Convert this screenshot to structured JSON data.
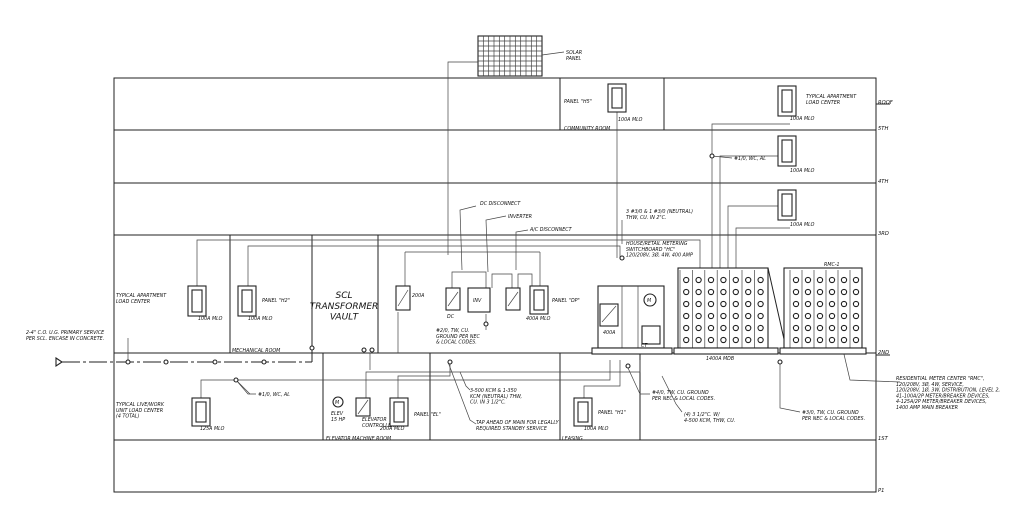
{
  "levels": [
    "ROOF",
    "5TH",
    "4TH",
    "3RD",
    "2ND",
    "1ST",
    "P1"
  ],
  "solar": {
    "label": "SOLAR\nPANEL"
  },
  "panels": {
    "h5": {
      "label": "PANEL \"H5\"",
      "rating": "100A MLO",
      "room": "COMMUNITY ROOM"
    },
    "typ5": {
      "label": "TYPICAL APARTMENT\nLOAD CENTER",
      "rating": "100A MLO"
    },
    "lvl4_rating": "100A MLO",
    "lvl3_rating": "100A MLO",
    "typ2": {
      "label": "TYPICAL APARTMENT\nLOAD CENTER",
      "rating": "100A MLO"
    },
    "h2": {
      "label": "PANEL \"H2\"",
      "rating": "100A MLO",
      "room": "MECHANICAL ROOM"
    },
    "dp": {
      "label": "PANEL \"DP\"",
      "rating": "400A MLO"
    },
    "el": {
      "label": "PANEL \"EL\"",
      "rating": "200A MLO",
      "room": "ELEVATOR MACHINE ROOM"
    },
    "h1": {
      "label": "PANEL \"H1\"",
      "rating": "100A MLO",
      "room": "LEASING"
    },
    "live": {
      "label": "TYPICAL LIVE/WORK\nUNIT LOAD CENTER\n(4 TOTAL)",
      "rating": "125A MLO"
    }
  },
  "vault": {
    "label": "SCL\nTRANSFORMER\nVAULT"
  },
  "equipment": {
    "disc200": "200A",
    "dc": "DC",
    "inv": "INV",
    "disc400": "400A",
    "ct": "CT",
    "mdb": "1400A MDB",
    "rmc": "RMC-1",
    "elev": "ELEV\n15 HP",
    "elev_ctrl": "ELEVATOR\nCONTROLLER",
    "motor": "M"
  },
  "notes": {
    "dc_disconnect": "DC DISCONNECT",
    "inverter": "INVERTER",
    "ac_disconnect": "A/C DISCONNECT",
    "feeder_top": "3 #3/0 & 1 #3/0 (NEUTRAL)\nTHW, CU. IN 2\"C.",
    "metering": "HOUSE/RETAIL METERING\nSWITCHBOARD \"HC\"\n120/208V, 3Ø, 4W, 400 AMP",
    "ground_pv": "#2/0, TW, CU.\nGROUND PER NEC\n& LOCAL CODES.",
    "wc5": "#1/0, WC, AL",
    "wc1": "#1/0, WC, AL",
    "primary": "2-4\" C.O. U.G. PRIMARY SERVICE\nPER SCL. ENCASE IN CONCRETE.",
    "kcmil": "3-500 KCM & 1-350\nKCM (NEUTRAL) THW,\nCU. IN 3 1/2\"C.",
    "tap": "TAP AHEAD OF MAIN FOR LEGALLY\nREQUIRED STANDBY SERVICE",
    "ground_mdb": "#4/0, TW, CU. GROUND\nPER NEC & LOCAL CODES.",
    "conduit4": "(4) 3 1/2\"C. W/\n4-500 KCM, THW, CU.",
    "ground_rmc": "#3/0, TW, CU. GROUND\nPER NEC & LOCAL CODES.",
    "rmc_desc": "RESIDENTIAL METER CENTER \"RMC\",\n120/208V, 3Ø, 4W, SERVICE,\n120/208V, 1Ø, 3W, DISTRIBUTION, LEVEL 2,\n41-100A/2P METER/BREAKER DEVICES,\n4-125A/2P METER/BREAKER DEVICES,\n1400 AMP MAIN BREAKER"
  }
}
